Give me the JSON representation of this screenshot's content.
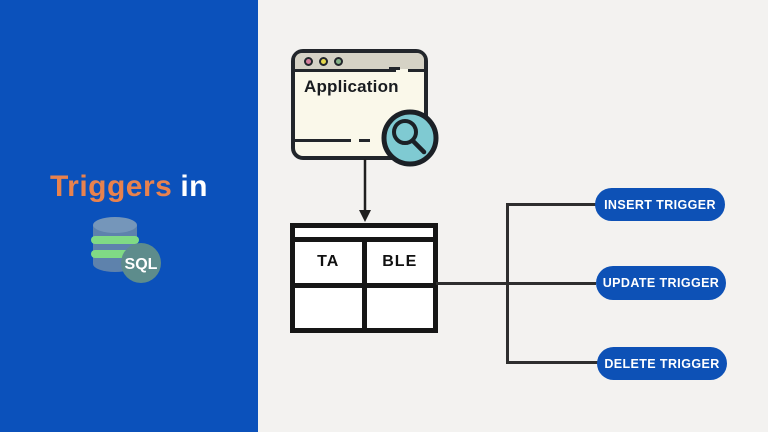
{
  "page": {
    "background_color": "#F3F2F0"
  },
  "left_panel": {
    "background_color": "#0B51BB",
    "title_accent": "Triggers",
    "title_rest": "in",
    "title_accent_color": "#E8824E",
    "title_rest_color": "#FFFFFF",
    "sql_badge_label": "SQL",
    "sql_badge_color": "#5D8C8C",
    "database_body_color": "#5E82AC",
    "database_stripe_color": "#80DA85"
  },
  "diagram": {
    "app_window": {
      "title": "Application",
      "body_color": "#FAF8EA",
      "titlebar_color": "#D5D2C5",
      "border_color": "#22262B",
      "dot_colors": [
        "#D47F9C",
        "#E5D84E",
        "#84B287"
      ],
      "search_icon_fill": "#7FCAD2"
    },
    "table": {
      "header_left": "TA",
      "header_right": "BLE",
      "border_color": "#161616"
    },
    "trigger_pills": [
      {
        "label": "INSERT TRIGGER"
      },
      {
        "label": "UPDATE TRIGGER"
      },
      {
        "label": "DELETE TRIGGER"
      }
    ],
    "pill_color": "#0D51B6",
    "pill_text_color": "#FFFFFF",
    "connector_color": "#2E2E2E"
  }
}
